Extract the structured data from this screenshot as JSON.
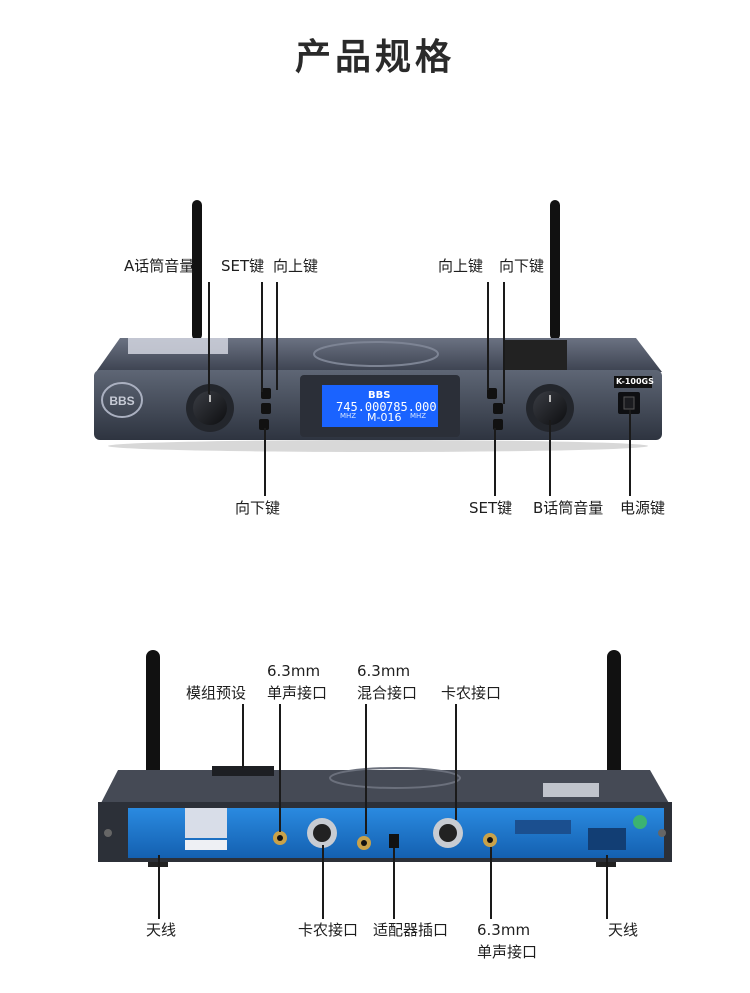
{
  "title": "产品规格",
  "front": {
    "model_badge": "K-100GS",
    "brand": "BBS",
    "lcd": {
      "brand": "BBS",
      "freq_a": "745.000",
      "freq_b": "785.000",
      "mode": "M-016",
      "unit": "MHZ"
    },
    "labels": {
      "a_volume": "A话筒音量",
      "set_left": "SET键",
      "up_left": "向上键",
      "up_right": "向上键",
      "down_right": "向下键",
      "down_left": "向下键",
      "set_right": "SET键",
      "b_volume": "B话筒音量",
      "power": "电源键"
    }
  },
  "rear": {
    "labels": {
      "module_preset": "模组预设",
      "single_out_top_1": "6.3mm",
      "single_out_top_2": "单声接口",
      "mix_out_1": "6.3mm",
      "mix_out_2": "混合接口",
      "xlr_top": "卡农接口",
      "antenna_left": "天线",
      "xlr_bottom": "卡农接口",
      "adapter": "适配器插口",
      "single_out_bottom_1": "6.3mm",
      "single_out_bottom_2": "单声接口",
      "antenna_right": "天线"
    }
  },
  "colors": {
    "panel_blue": "#1f7fd6",
    "chassis": "#4a5160",
    "lcd": "#1a63ff",
    "title": "#2a2a2a"
  }
}
